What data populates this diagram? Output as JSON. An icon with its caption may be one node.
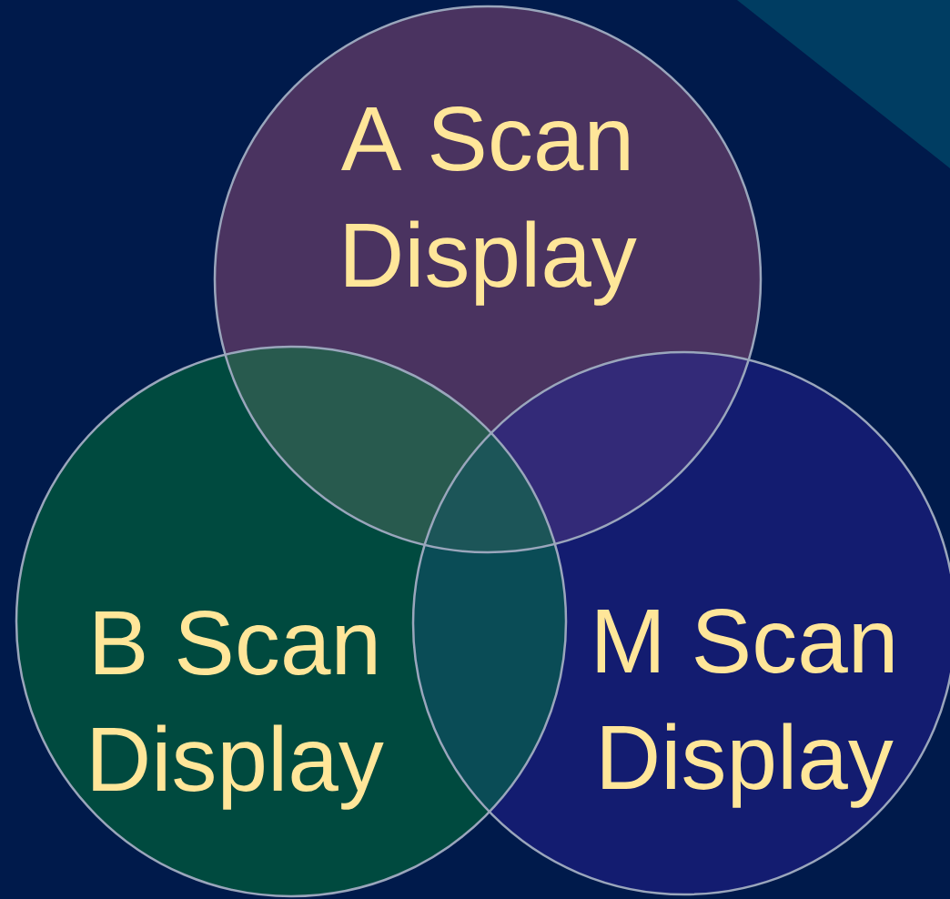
{
  "diagram": {
    "nodes": [
      {
        "text": [
          "A Scan Display"
        ]
      },
      {
        "text": [
          "B Scan Display"
        ]
      },
      {
        "text": [
          "M Scan Display"
        ]
      }
    ]
  }
}
